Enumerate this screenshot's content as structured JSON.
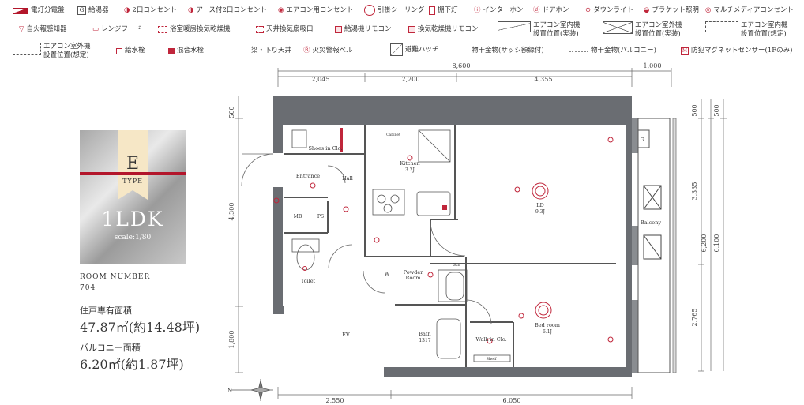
{
  "legend": [
    {
      "icon": "panel-icon",
      "label": "電灯分電盤"
    },
    {
      "icon": "water-heater-icon",
      "label": "給湯器",
      "symbol": "G"
    },
    {
      "icon": "outlet-2-icon",
      "label": "2口コンセント"
    },
    {
      "icon": "outlet-ground-icon",
      "label": "アース付2口コンセント"
    },
    {
      "icon": "ac-outlet-icon",
      "label": "エアコン用コンセント"
    },
    {
      "icon": "ceiling-hook-icon",
      "label": "引掛シーリング"
    },
    {
      "icon": "shelf-light-icon",
      "label": "棚下灯"
    },
    {
      "icon": "intercom-icon",
      "label": "インターホン"
    },
    {
      "icon": "door-phone-icon",
      "label": "ドアホン"
    },
    {
      "icon": "downlight-icon",
      "label": "ダウンライト"
    },
    {
      "icon": "bracket-light-icon",
      "label": "ブラケット照明"
    },
    {
      "icon": "multimedia-outlet-icon",
      "label": "マルチメディアコンセント"
    },
    {
      "icon": "fire-detector-icon",
      "label": "自火報感知器"
    },
    {
      "icon": "range-hood-icon",
      "label": "レンジフード"
    },
    {
      "icon": "bath-dryer-icon",
      "label": "浴室暖房換気乾燥機"
    },
    {
      "icon": "ceiling-vent-icon",
      "label": "天井換気扇吸口"
    },
    {
      "icon": "heater-remote-icon",
      "label": "給湯機リモコン"
    },
    {
      "icon": "dryer-remote-icon",
      "label": "換気乾燥機リモコン"
    },
    {
      "icon": "ac-indoor-actual-icon",
      "label": "エアコン室内機",
      "label2": "設置位置(実装)"
    },
    {
      "icon": "ac-outdoor-actual-icon",
      "label": "エアコン室外機",
      "label2": "設置位置(実装)"
    },
    {
      "icon": "ac-indoor-planned-icon",
      "label": "エアコン室内機",
      "label2": "設置位置(想定)"
    },
    {
      "icon": "ac-outdoor-planned-icon",
      "label": "エアコン室外機",
      "label2": "設置位置(想定)"
    },
    {
      "icon": "water-faucet-icon",
      "label": "給水栓"
    },
    {
      "icon": "mixing-faucet-icon",
      "label": "混合水栓"
    },
    {
      "icon": "beam-line-icon",
      "label": "梁・下り天井"
    },
    {
      "icon": "fire-bell-icon",
      "label": "火災警報ベル"
    },
    {
      "icon": "escape-hatch-icon",
      "label": "避難ハッチ"
    },
    {
      "icon": "drying-fixture-sash-icon",
      "label": "物干金物(サッシ額縁付)"
    },
    {
      "icon": "drying-fixture-balcony-icon",
      "label": "物干金物(バルコニー)"
    },
    {
      "icon": "magnet-sensor-icon",
      "label": "防犯マグネットセンサー(1Fのみ)",
      "symbol": "M"
    }
  ],
  "type_card": {
    "letter": "E",
    "word": "TYPE",
    "layout": "1LDK",
    "scale": "scale:1/80"
  },
  "info": {
    "room_number_label": "ROOM NUMBER",
    "room_number": "704",
    "area_label": "住戸専有面積",
    "area_value": "47.87㎡(約14.48坪)",
    "balcony_label": "バルコニー面積",
    "balcony_value": "6.20㎡(約1.87坪)"
  },
  "dimensions": {
    "top_total": "8,600",
    "top_right": "1,000",
    "top_1": "2,045",
    "top_2": "2,200",
    "top_3": "4,355",
    "bottom_1": "2,550",
    "bottom_2": "6,050",
    "left_1": "500",
    "left_2": "4,300",
    "left_3": "1,800",
    "right_1": "500",
    "right_2": "3,335",
    "right_3": "2,765",
    "right_4": "6,200",
    "right_5": "6,100",
    "right_6": "500"
  },
  "rooms": {
    "shoes": "Shoes in Clo.",
    "entrance": "Entrance",
    "hall": "Hall",
    "kitchen": "Kitchen",
    "kitchen_size": "3.2J",
    "ld": "LD",
    "ld_size": "9.3J",
    "balcony": "Balcony",
    "mb": "MB",
    "ps": "PS",
    "toilet": "Toilet",
    "powder": "Powder",
    "powder2": "Room",
    "bath": "Bath",
    "bath_size": "1317",
    "walkin": "Walk in Clo.",
    "bedroom": "Bed room",
    "bedroom_size": "6.1J",
    "ev": "EV",
    "shelf": "Shelf",
    "cabinet": "Cabinet",
    "stn": "Stn",
    "w": "W",
    "g": "G"
  }
}
